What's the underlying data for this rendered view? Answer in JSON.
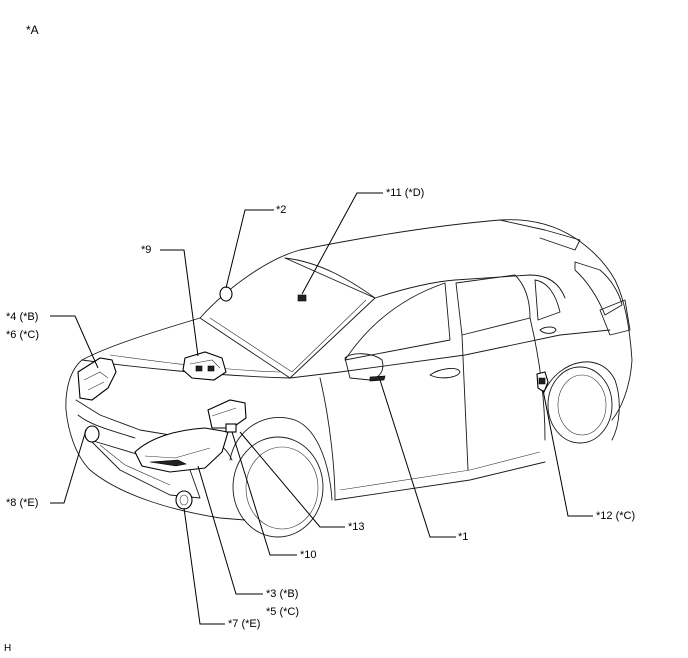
{
  "diagram_id": "*A",
  "footer_mark": "H",
  "callouts": {
    "c1": "*1",
    "c2": "*2",
    "c3": "*3 (*B)",
    "c5": "*5 (*C)",
    "c4": "*4 (*B)",
    "c6": "*6 (*C)",
    "c7": "*7 (*E)",
    "c8": "*8 (*E)",
    "c9": "*9",
    "c10": "*10",
    "c11": "*11 (*D)",
    "c12": "*12 (*C)",
    "c13": "*13"
  }
}
